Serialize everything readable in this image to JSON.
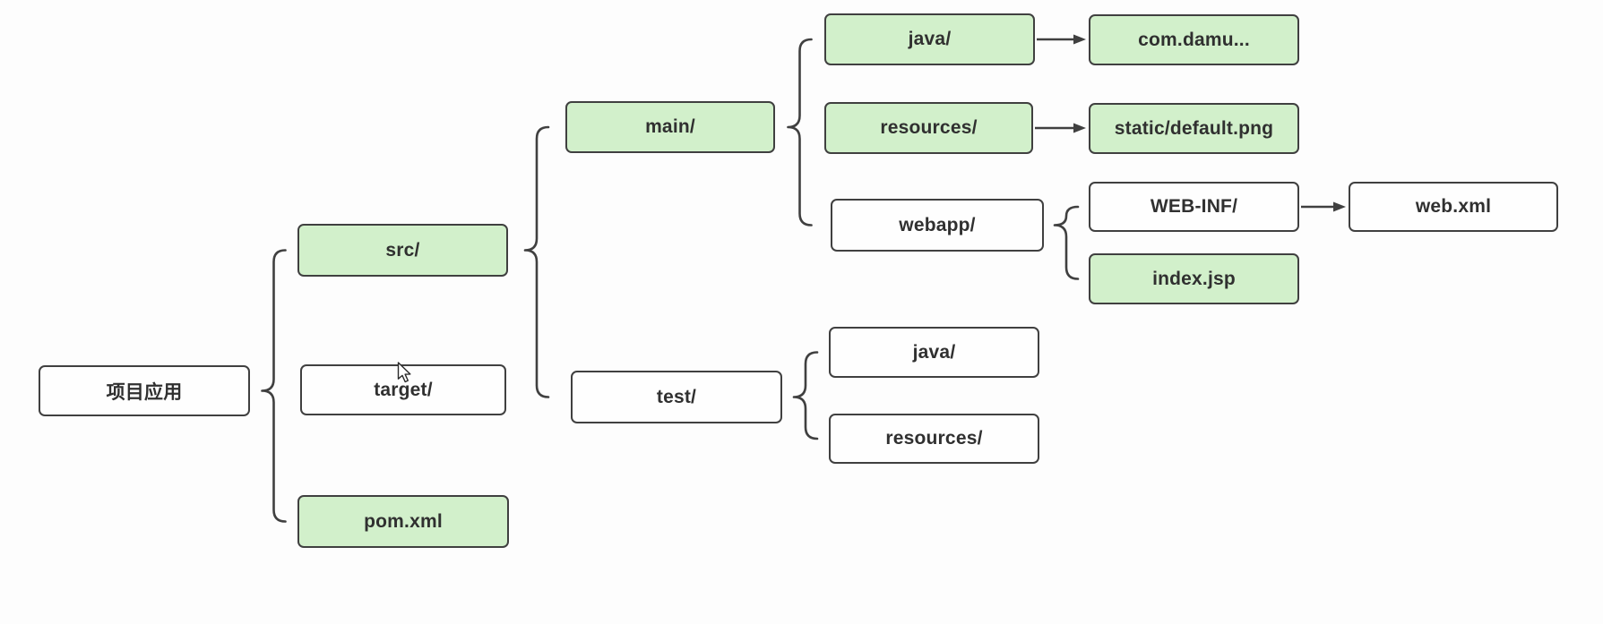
{
  "diagram_type": "maven-project-structure-mindmap",
  "colors": {
    "green_fill": "#d2f0cb",
    "white_fill": "#fefefe",
    "border": "#404040",
    "text": "#303030",
    "background": "#fdfdfd"
  },
  "nodes": {
    "root": {
      "label": "项目应用",
      "variant": "white"
    },
    "src": {
      "label": "src/",
      "variant": "green"
    },
    "target": {
      "label": "target/",
      "variant": "white"
    },
    "pom": {
      "label": "pom.xml",
      "variant": "green"
    },
    "main": {
      "label": "main/",
      "variant": "green"
    },
    "test": {
      "label": "test/",
      "variant": "white"
    },
    "java_main": {
      "label": "java/",
      "variant": "green"
    },
    "resources_main": {
      "label": "resources/",
      "variant": "green"
    },
    "webapp": {
      "label": "webapp/",
      "variant": "white"
    },
    "java_test": {
      "label": "java/",
      "variant": "white"
    },
    "resources_test": {
      "label": "resources/",
      "variant": "white"
    },
    "com_damu": {
      "label": "com.damu...",
      "variant": "green"
    },
    "static_default": {
      "label": "static/default.png",
      "variant": "green"
    },
    "web_inf": {
      "label": "WEB-INF/",
      "variant": "white"
    },
    "web_xml": {
      "label": "web.xml",
      "variant": "white"
    },
    "index_jsp": {
      "label": "index.jsp",
      "variant": "green"
    }
  },
  "tree": {
    "children": {
      "root": [
        "src",
        "target",
        "pom"
      ],
      "src": [
        "main",
        "test"
      ],
      "main": [
        "java_main",
        "resources_main",
        "webapp"
      ],
      "webapp": [
        "web_inf",
        "index_jsp"
      ],
      "test": [
        "java_test",
        "resources_test"
      ]
    },
    "arrows": [
      {
        "from": "java_main",
        "to": "com_damu"
      },
      {
        "from": "resources_main",
        "to": "static_default"
      },
      {
        "from": "web_inf",
        "to": "web_xml"
      }
    ]
  }
}
